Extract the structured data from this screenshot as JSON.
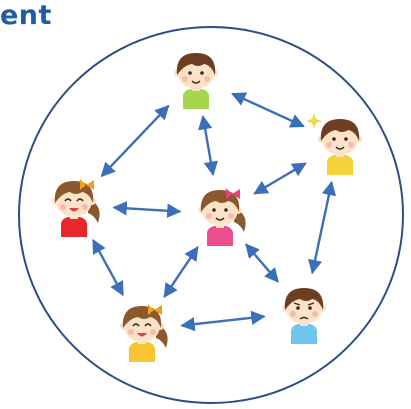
{
  "heading": {
    "text": "ent",
    "color": "#1e5ea8"
  },
  "colors": {
    "circle": "#2b4f82",
    "arrow": "#3b6fb8",
    "skin": "#fce2c6",
    "hair_brown": "#8a5a2e",
    "hair_dark": "#6b3f1f"
  },
  "children": [
    {
      "id": "top",
      "shirt": "#a7d64c",
      "hair": "short",
      "face": "smile"
    },
    {
      "id": "right-upper",
      "shirt": "#f6d23a",
      "hair": "short",
      "face": "smile",
      "sparkle": true
    },
    {
      "id": "left",
      "shirt": "#e8262c",
      "hair": "ponytail",
      "face": "happy-closed"
    },
    {
      "id": "center",
      "shirt": "#ec4f8e",
      "hair": "ponytail",
      "face": "smile"
    },
    {
      "id": "bottom-left",
      "shirt": "#f7c432",
      "hair": "ponytail",
      "face": "laughing"
    },
    {
      "id": "bottom-right",
      "shirt": "#6fc6ea",
      "hair": "short",
      "face": "worried"
    }
  ],
  "connections": [
    [
      "top",
      "left"
    ],
    [
      "top",
      "center"
    ],
    [
      "top",
      "right-upper"
    ],
    [
      "right-upper",
      "center"
    ],
    [
      "right-upper",
      "bottom-right"
    ],
    [
      "left",
      "center"
    ],
    [
      "left",
      "bottom-left"
    ],
    [
      "center",
      "bottom-left"
    ],
    [
      "center",
      "bottom-right"
    ],
    [
      "bottom-left",
      "bottom-right"
    ]
  ]
}
